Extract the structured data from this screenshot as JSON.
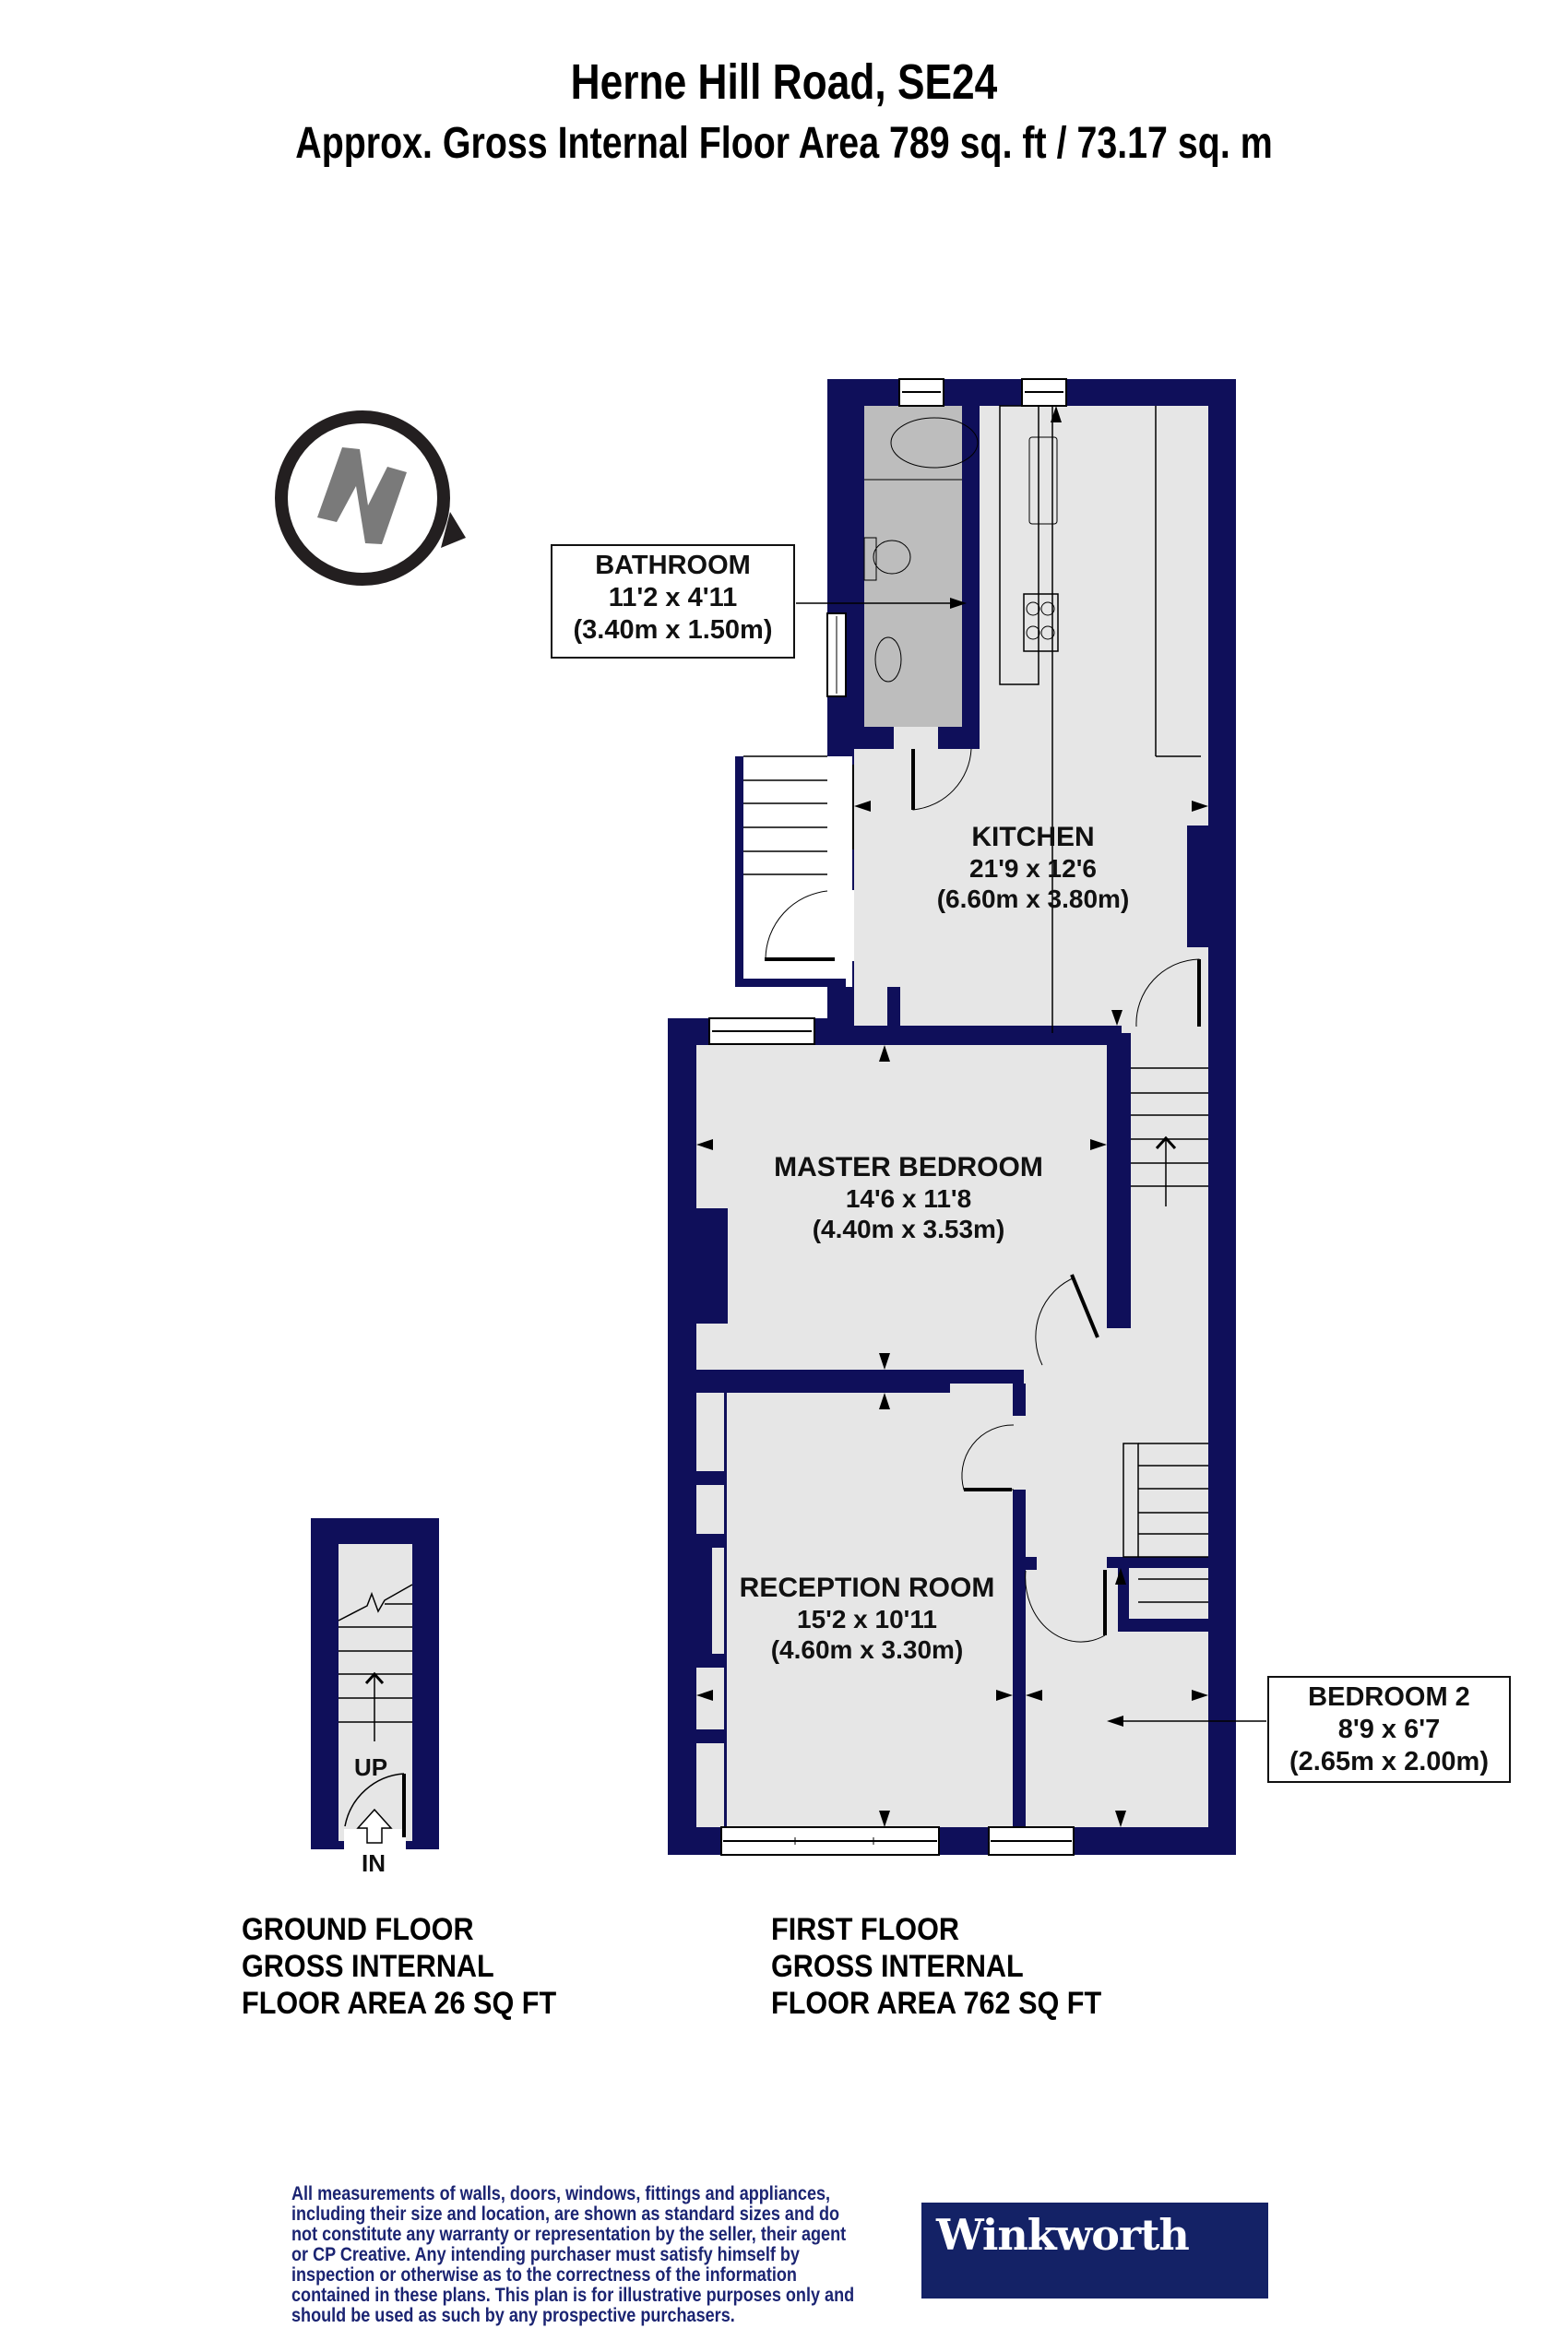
{
  "header": {
    "title": "Herne Hill Road, SE24",
    "subtitle": "Approx. Gross Internal Floor Area 789 sq. ft / 73.17 sq. m"
  },
  "compass": {
    "letter": "N",
    "icon": "north-compass-icon"
  },
  "colors": {
    "wall": "#0f0f5a",
    "floor": "#e6e6e6",
    "bathroom": "#bdbdbd",
    "disclaimer_text": "#1b2472",
    "logo_bg": "#142266"
  },
  "rooms": {
    "bathroom": {
      "name": "BATHROOM",
      "imperial": "11'2 x 4'11",
      "metric": "(3.40m x 1.50m)"
    },
    "kitchen": {
      "name": "KITCHEN",
      "imperial": "21'9 x 12'6",
      "metric": "(6.60m x 3.80m)"
    },
    "master_bedroom": {
      "name": "MASTER BEDROOM",
      "imperial": "14'6 x 11'8",
      "metric": "(4.40m x 3.53m)"
    },
    "reception": {
      "name": "RECEPTION ROOM",
      "imperial": "15'2 x 10'11",
      "metric": "(4.60m x 3.30m)"
    },
    "bedroom2": {
      "name": "BEDROOM 2",
      "imperial": "8'9 x 6'7",
      "metric": "(2.65m x 2.00m)"
    }
  },
  "ground_stair": {
    "up_label": "UP",
    "in_label": "IN"
  },
  "floors": {
    "ground": {
      "line1": "GROUND FLOOR",
      "line2": "GROSS INTERNAL",
      "line3": "FLOOR AREA 26 SQ FT"
    },
    "first": {
      "line1": "FIRST FLOOR",
      "line2": "GROSS INTERNAL",
      "line3": "FLOOR AREA 762 SQ FT"
    }
  },
  "disclaimer": "All measurements of walls, doors, windows, fittings and appliances, including their size and location, are shown as standard sizes and do not constitute any warranty or representation by the seller, their agent or CP Creative. Any intending purchaser must satisfy himself by inspection or otherwise as to the correctness of the information contained in these plans. This plan is for illustrative purposes only and should be used as such by any prospective purchasers.",
  "logo": {
    "text": "Winkworth"
  }
}
